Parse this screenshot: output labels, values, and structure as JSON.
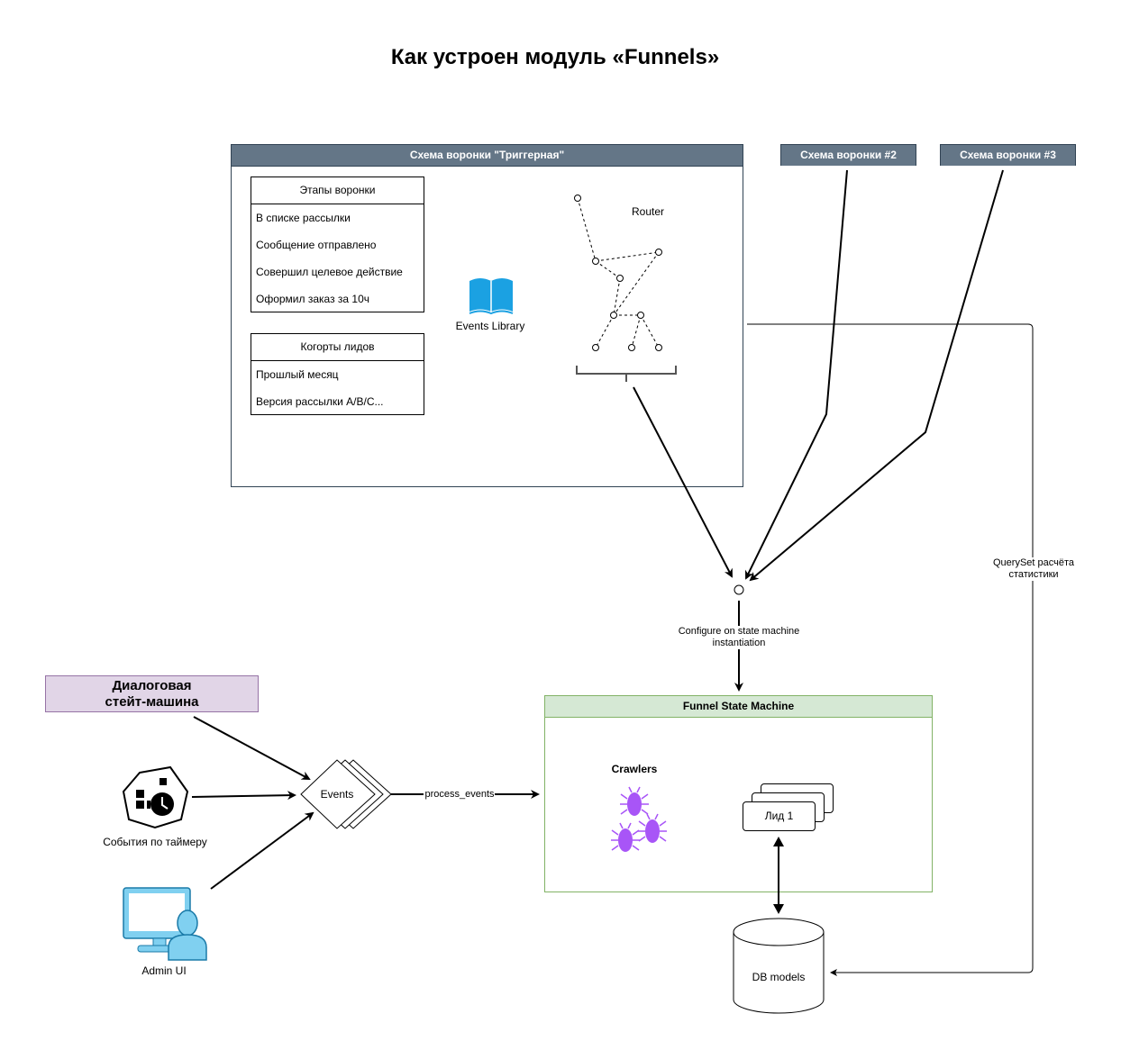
{
  "title": "Как устроен модуль «Funnels»",
  "schemes": {
    "main": "Схема воронки \"Триггерная\"",
    "second": "Схема воронки #2",
    "third": "Схема воронки #3"
  },
  "stages": {
    "header": "Этапы воронки",
    "items": [
      "В списке рассылки",
      "Сообщение отправлено",
      "Совершил целевое действие",
      "Оформил заказ за 10ч"
    ]
  },
  "cohorts": {
    "header": "Когорты лидов",
    "items": [
      "Прошлый месяц",
      "Версия рассылки A/B/C..."
    ]
  },
  "events_library": "Events Library",
  "router": "Router",
  "configure": "Configure on state machine instantiation",
  "queryset": "QuerySet расчёта статистики",
  "dialog_state_machine": "Диалоговая стейт-машина",
  "timer_events": "События по таймеру",
  "admin_ui": "Admin UI",
  "events": "Events",
  "process_events": "process_events",
  "fsm": {
    "header": "Funnel State Machine",
    "crawlers": "Crawlers",
    "lead": "Лид 1"
  },
  "db_models": "DB models",
  "colors": {
    "scheme_header": "#647687",
    "scheme_border": "#314354",
    "fsm_header": "#d5e8d4",
    "fsm_border": "#82b366",
    "dialog_fill": "#e1d5e7",
    "dialog_border": "#9673a6",
    "book": "#1ba1e2",
    "monitor": "#80d0f0",
    "bug": "#a855f7"
  }
}
